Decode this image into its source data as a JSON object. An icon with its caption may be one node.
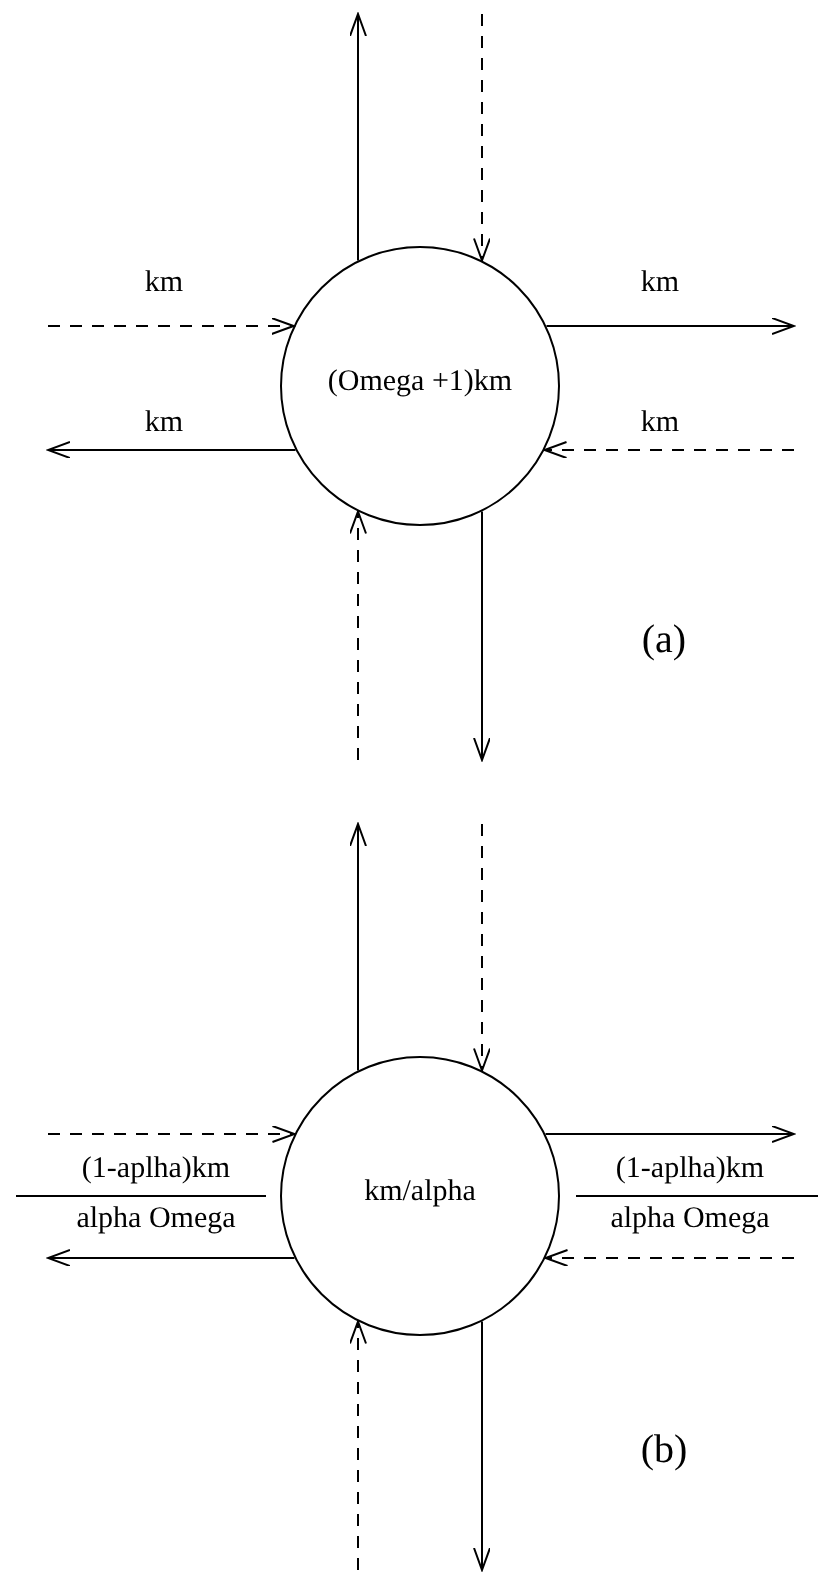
{
  "diagram": {
    "nodes": [
      {
        "text": [
          "(Omega +1)km"
        ]
      },
      {
        "text": [
          "km/alpha"
        ]
      }
    ],
    "edges": [
      {
        "from": 0,
        "to": null,
        "arrow": "to"
      },
      {
        "from": null,
        "to": 0,
        "arrow": "to",
        "style": "dashed"
      },
      {
        "from": null,
        "to": 0,
        "arrow": "to",
        "style": "dashed",
        "label": "km"
      },
      {
        "from": 0,
        "to": null,
        "arrow": "to",
        "label": "km"
      },
      {
        "from": 0,
        "to": null,
        "arrow": "to",
        "label": "km"
      },
      {
        "from": null,
        "to": 0,
        "arrow": "to",
        "style": "dashed",
        "label": "km"
      },
      {
        "from": null,
        "to": 0,
        "arrow": "to",
        "style": "dashed"
      },
      {
        "from": 0,
        "to": null,
        "arrow": "to"
      },
      {
        "from": 1,
        "to": null,
        "arrow": "to"
      },
      {
        "from": null,
        "to": 1,
        "arrow": "to",
        "style": "dashed"
      },
      {
        "from": null,
        "to": 1,
        "arrow": "to",
        "style": "dashed"
      },
      {
        "from": 1,
        "to": null,
        "arrow": "to"
      },
      {
        "from": 1,
        "to": null,
        "arrow": "to"
      },
      {
        "from": null,
        "to": 1,
        "arrow": "to",
        "style": "dashed"
      },
      {
        "from": null,
        "to": 1,
        "arrow": "to",
        "style": "dashed"
      },
      {
        "from": 1,
        "to": null,
        "arrow": "to"
      }
    ],
    "labels": [
      "(a)",
      "(1-aplha)km",
      "alpha Omega",
      "(1-aplha)km",
      "alpha Omega",
      "(b)"
    ]
  }
}
